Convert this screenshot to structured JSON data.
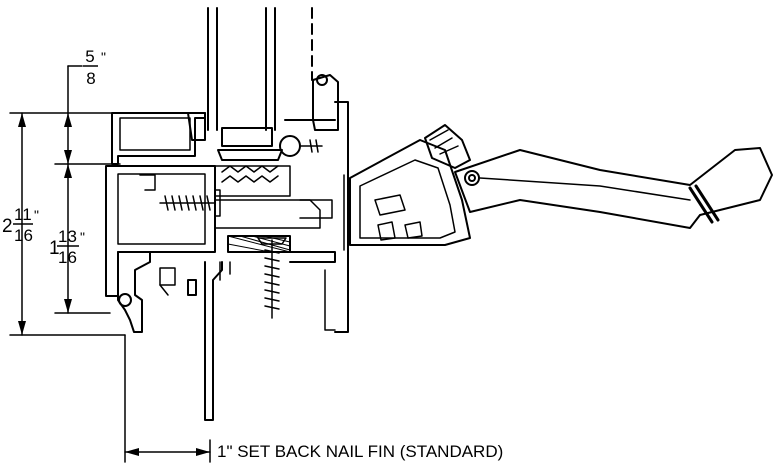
{
  "dimensions": {
    "top_offset": {
      "numerator": "5",
      "denominator": "8",
      "unit": "\""
    },
    "overall_height": {
      "whole": "2",
      "numerator": "11",
      "denominator": "16",
      "unit": "\""
    },
    "inner_height": {
      "whole": "1",
      "numerator": "13",
      "denominator": "16",
      "unit": "\""
    }
  },
  "caption": "1\" SET BACK NAIL FIN (STANDARD)"
}
